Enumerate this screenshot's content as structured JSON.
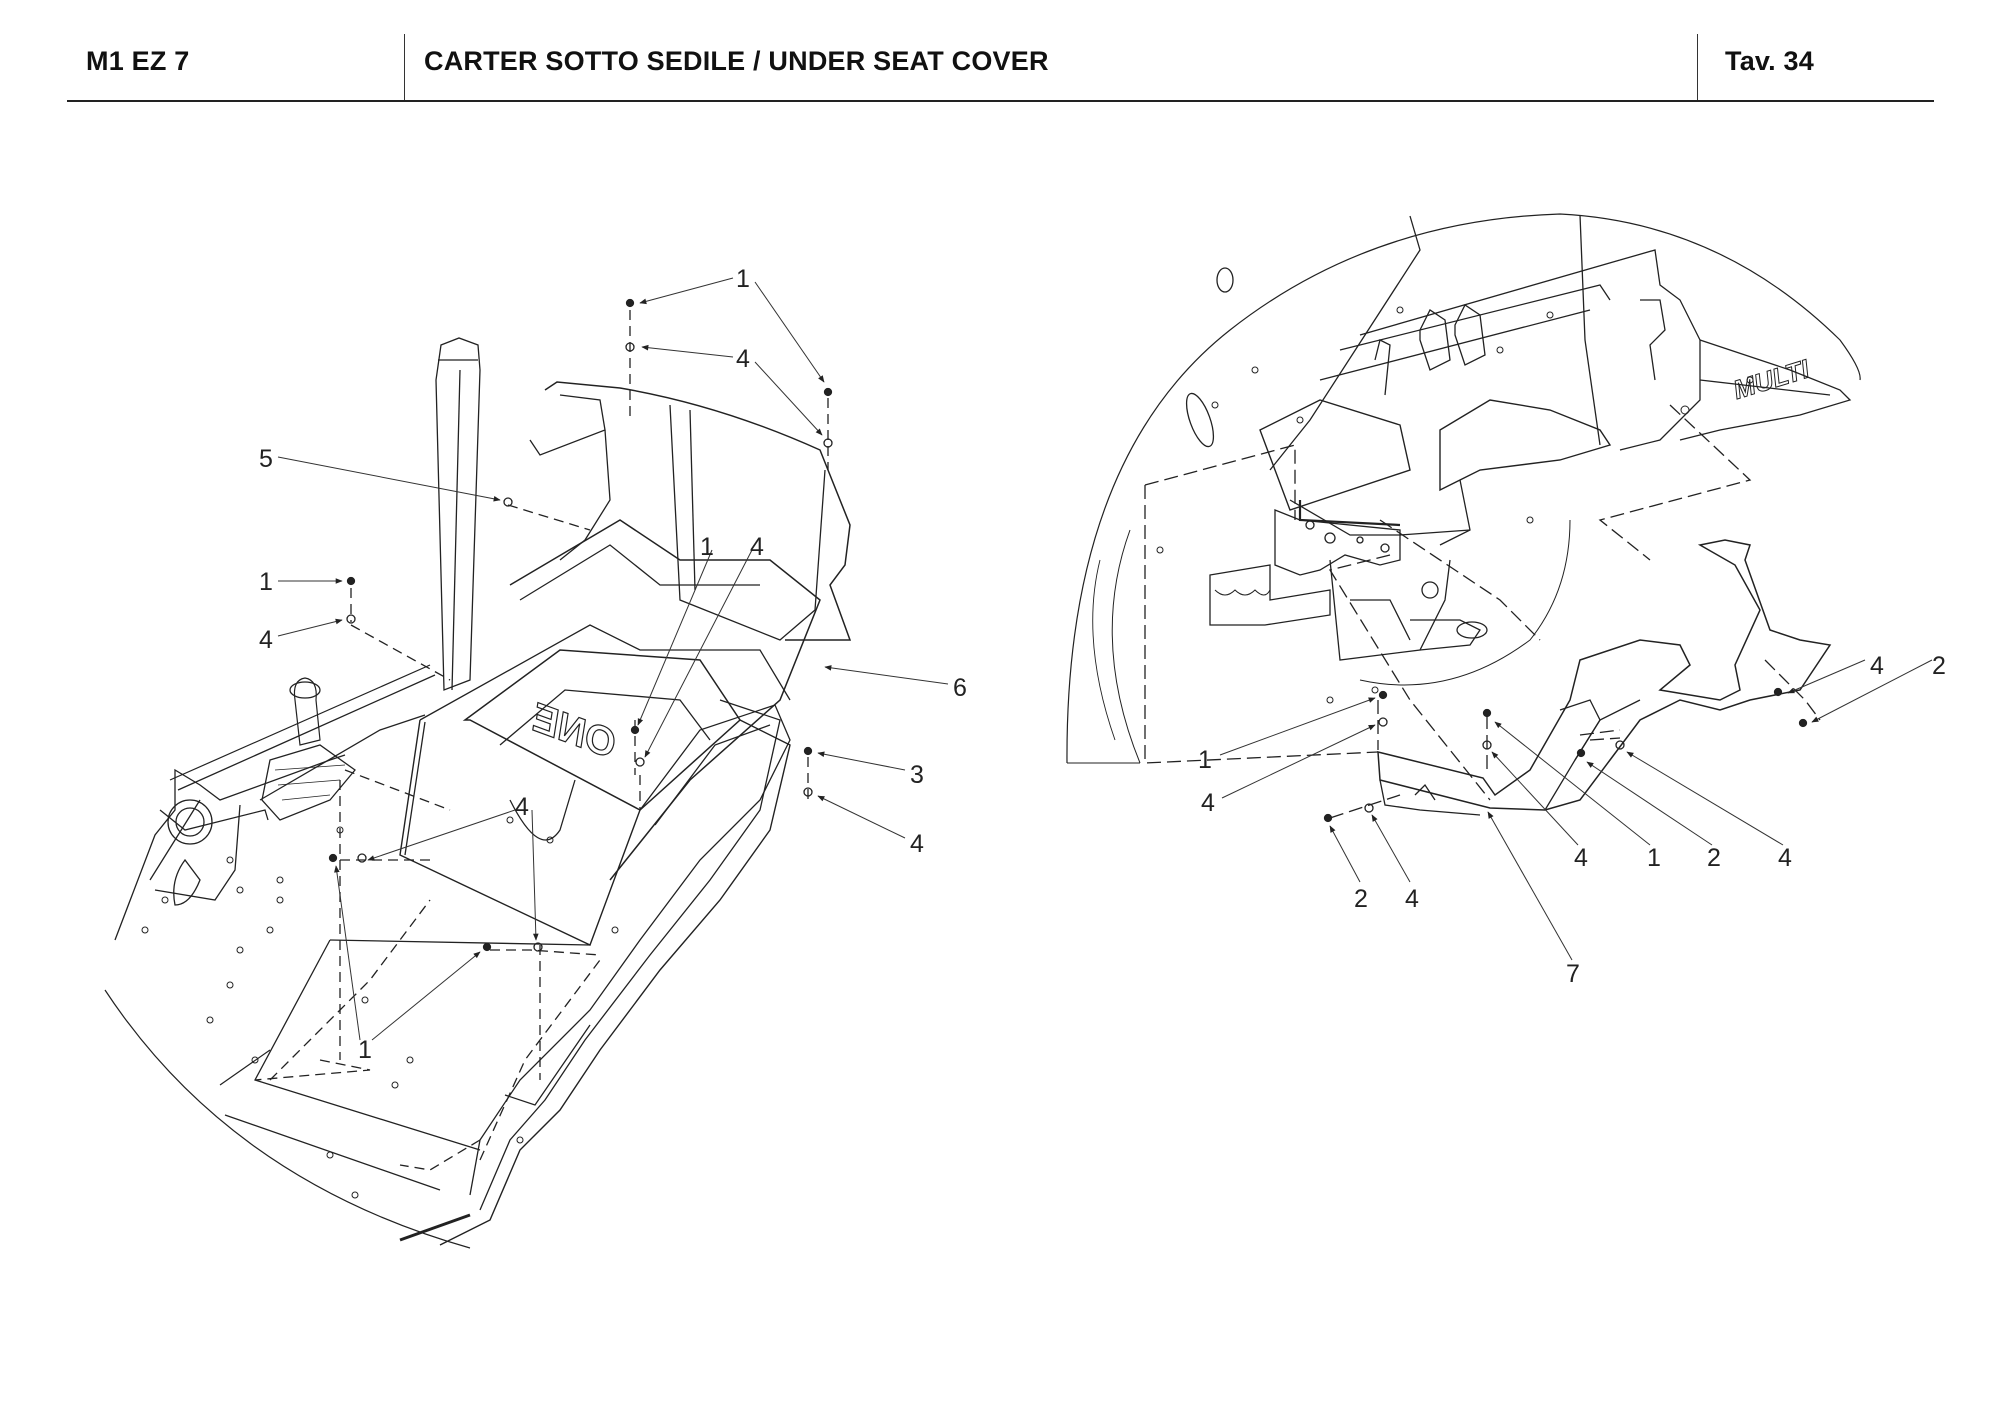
{
  "header": {
    "model": "M1 EZ 7",
    "title": "CARTER SOTTO SEDILE / UNDER SEAT COVER",
    "table": "Tav.  34"
  },
  "diagrams": {
    "left": {
      "brand_text": "ONE",
      "callouts": [
        "1",
        "4",
        "5",
        "1",
        "4",
        "1",
        "4",
        "6",
        "3",
        "4",
        "4",
        "1"
      ]
    },
    "right": {
      "brand_text": "MULTI",
      "callouts": [
        "4",
        "2",
        "1",
        "4",
        "4",
        "1",
        "2",
        "4",
        "2",
        "4",
        "7"
      ]
    }
  },
  "colors": {
    "line": "#222222",
    "background": "#ffffff"
  }
}
